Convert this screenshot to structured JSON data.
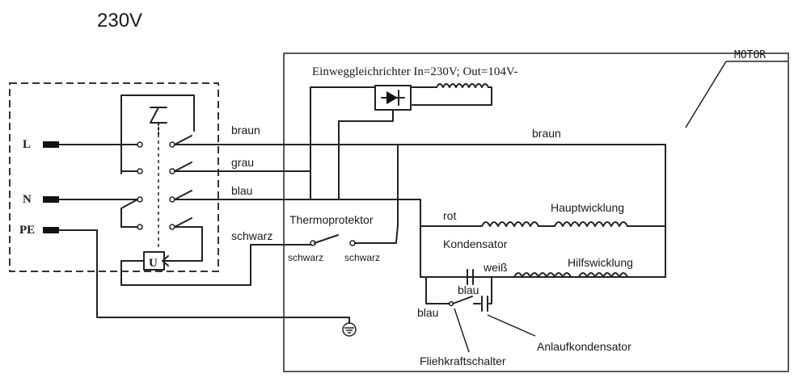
{
  "supply_voltage": "230V",
  "motor_label": "MOTOR",
  "rectifier_label": "Einweggleichrichter In=230V; Out=104V-",
  "terminals": {
    "L": "L",
    "N": "N",
    "PE": "PE"
  },
  "switch_symbol": "U",
  "wires": {
    "braun_left": "braun",
    "grau": "grau",
    "blau": "blau",
    "schwarz": "schwarz",
    "braun_right": "braun",
    "rot": "rot",
    "weiss": "weiß",
    "blau_cap": "blau",
    "blau_low": "blau"
  },
  "thermo": {
    "title": "Thermoprotektor",
    "left": "schwarz",
    "right": "schwarz"
  },
  "components": {
    "hauptwicklung": "Hauptwicklung",
    "hilfswicklung": "Hilfswicklung",
    "kondensator": "Kondensator",
    "anlaufkondensator": "Anlaufkondensator",
    "fliehkraftschalter": "Fliehkraftschalter"
  }
}
